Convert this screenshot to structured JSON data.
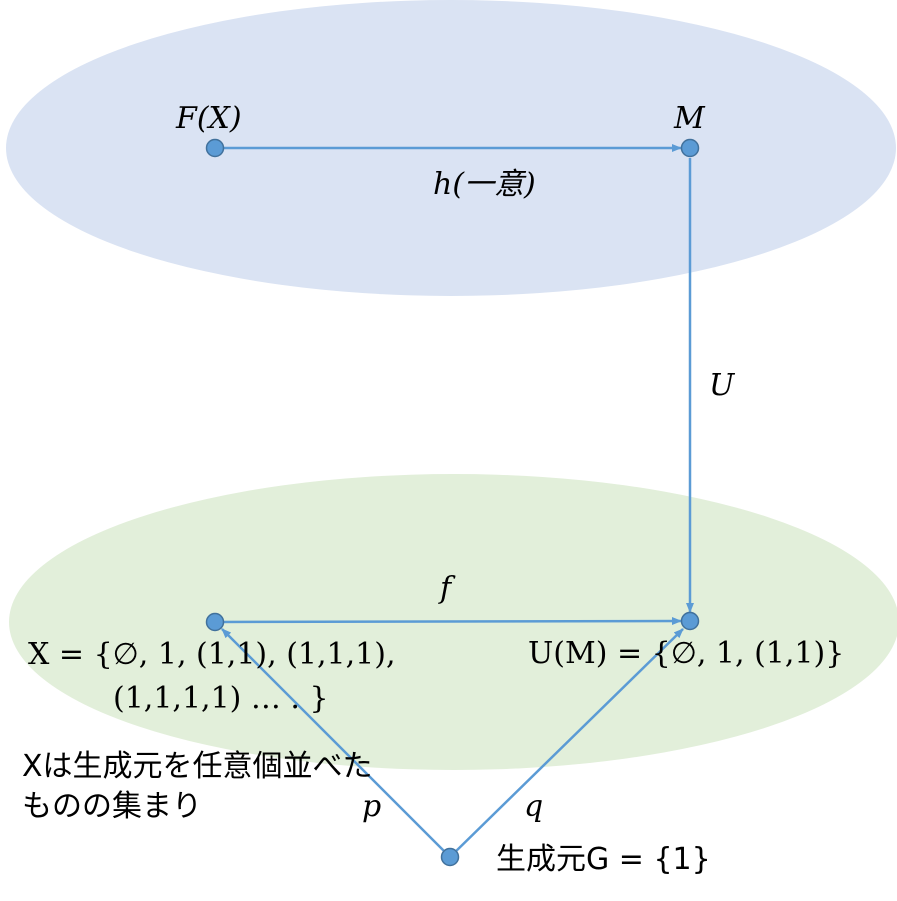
{
  "colors": {
    "top_region_fill": "#dae3f3",
    "bottom_region_fill": "#e2efda",
    "arrow_stroke": "#5b9bd5",
    "node_fill": "#5b9bd5",
    "node_stroke": "#41719c"
  },
  "nodes": {
    "fx": "F(X)",
    "m": "M",
    "x_set_line1": "X = {∅, 1, (1,1), (1,1,1),",
    "x_set_line2": "(1,1,1,1) … . }",
    "um_set": "U(M) = {∅, 1, (1,1)}",
    "generator": "生成元G = {1}"
  },
  "arrows": {
    "h": "h(一意)",
    "u": "U",
    "f": "f",
    "p": "p",
    "q": "q"
  },
  "note": {
    "line1": "Xは生成元を任意個並べた",
    "line2": "ものの集まり"
  }
}
